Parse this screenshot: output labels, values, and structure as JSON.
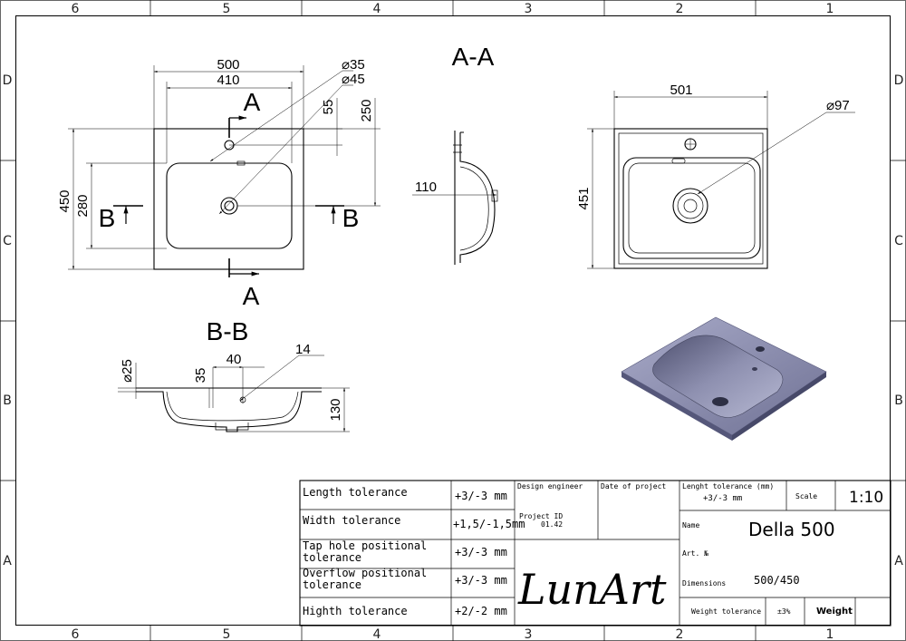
{
  "grid": {
    "columns": [
      "6",
      "5",
      "4",
      "3",
      "2",
      "1"
    ],
    "rows": [
      "D",
      "C",
      "B",
      "A"
    ]
  },
  "views": {
    "section_aa": "A-A",
    "section_bb": "B-B",
    "cut_a": "A",
    "cut_b": "B"
  },
  "dimensions": {
    "top_view": [
      "500",
      "410",
      "⌀35",
      "⌀45",
      "55",
      "250",
      "450",
      "280"
    ],
    "section_a": [
      "110"
    ],
    "bottom_view": [
      "501",
      "⌀97",
      "451"
    ],
    "section_b": [
      "40",
      "⌀25",
      "14",
      "35",
      "130"
    ]
  },
  "title_block": {
    "rows": [
      {
        "label": "Length tolerance",
        "value": "+3/-3 mm"
      },
      {
        "label": "Width tolerance",
        "value": "+1,5/-1,5mm"
      },
      {
        "label": "Tap hole positional\ntolerance",
        "value": "+3/-3 mm"
      },
      {
        "label": "Overflow positional\ntolerance",
        "value": "+3/-3 mm"
      },
      {
        "label": "Highth tolerance",
        "value": "+2/-2 mm"
      }
    ],
    "design_engineer": "Design engineer",
    "date_of_project": "Date of project",
    "project_id_label": "Project ID",
    "project_id": "01.42",
    "length_tolerance_label": "Lenght tolerance (mm)",
    "length_tolerance": "+3/-3 mm",
    "scale_label": "Scale",
    "scale": "1:10",
    "name_label": "Name",
    "name": "Della 500",
    "art_label": "Art. №",
    "dimensions_label": "Dimensions",
    "dimensions_value": "500/450",
    "weight_tolerance_label": "Weight tolerance",
    "weight_tolerance": "±3%",
    "weight_label": "Weight",
    "signature": "LunArt"
  }
}
